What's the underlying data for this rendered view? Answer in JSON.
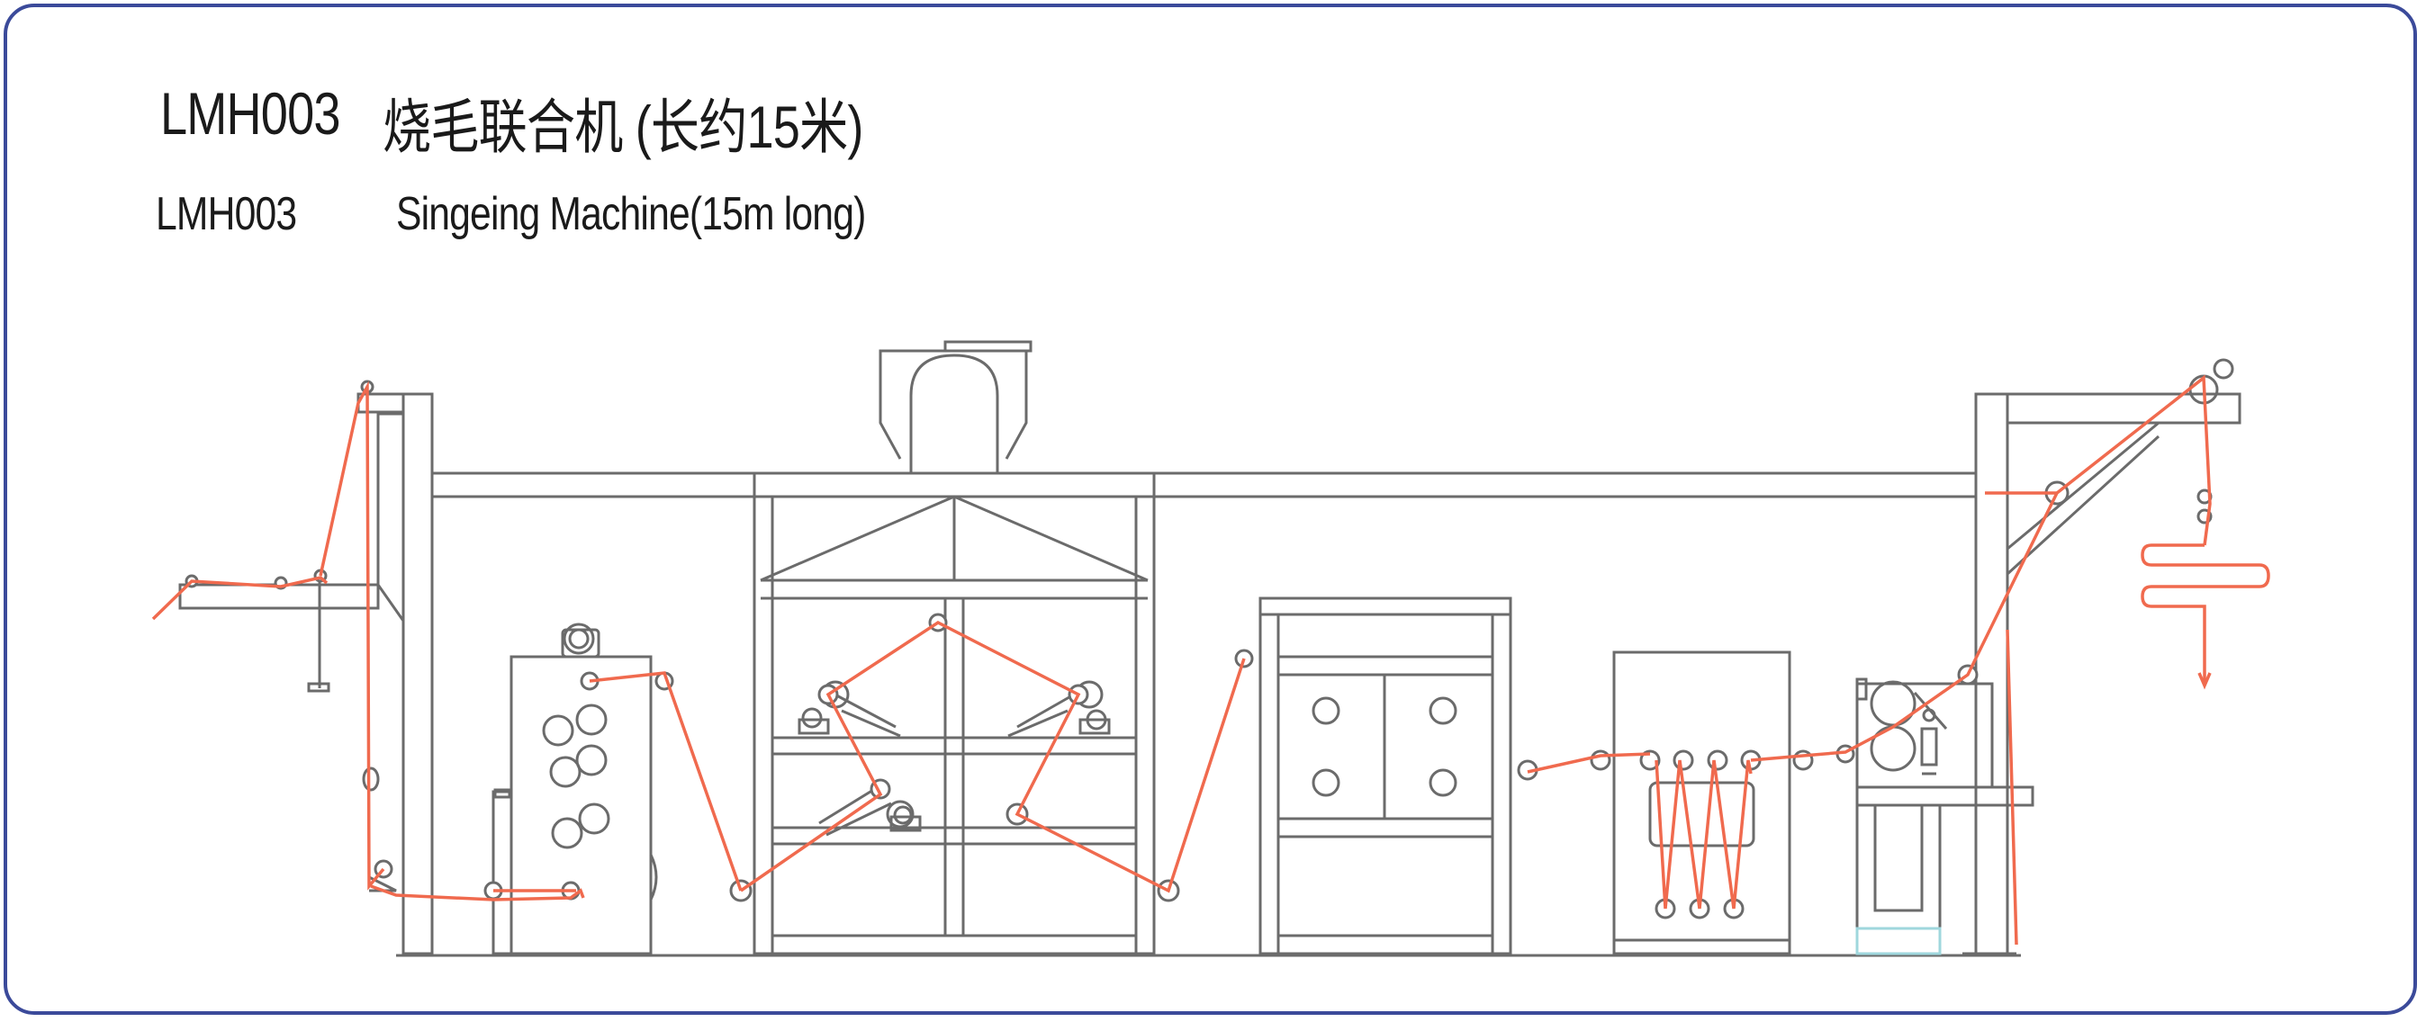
{
  "header": {
    "model_cn": "LMH003",
    "name_cn": "烧毛联合机 (长约15米)",
    "model_en": "LMH003",
    "name_en": "Singeing Machine(15m long)"
  },
  "colors": {
    "border": "#3b4a9a",
    "machine_line": "#6b6b6b",
    "fabric_path": "#f06a4e"
  }
}
